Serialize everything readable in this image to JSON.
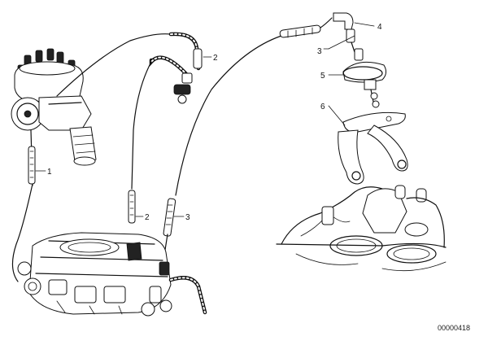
{
  "diagram": {
    "callouts": [
      {
        "id": "callout-1",
        "label": "1"
      },
      {
        "id": "callout-2-upper",
        "label": "2"
      },
      {
        "id": "callout-2-lower",
        "label": "2"
      },
      {
        "id": "callout-3-upper",
        "label": "3"
      },
      {
        "id": "callout-3-lower",
        "label": "3"
      },
      {
        "id": "callout-4",
        "label": "4"
      },
      {
        "id": "callout-5",
        "label": "5"
      },
      {
        "id": "callout-6",
        "label": "6"
      }
    ],
    "document_id": "00000418"
  }
}
